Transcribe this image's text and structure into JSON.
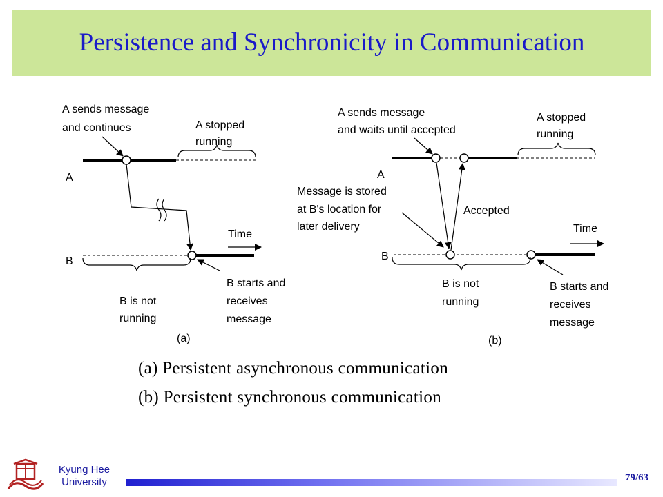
{
  "slide": {
    "title": "Persistence and Synchronicity in Communication",
    "captions": [
      "(a) Persistent asynchronous communication",
      "(b) Persistent synchronous communication"
    ],
    "university_line1": "Kyung Hee",
    "university_line2": "University",
    "page_number": "79/63"
  },
  "diagram_a": {
    "send_label_1": "A sends message",
    "send_label_2": "and continues",
    "stopped_1": "A stopped",
    "stopped_2": "running",
    "label_a": "A",
    "label_b": "B",
    "time": "Time",
    "b_starts_1": "B starts and",
    "b_starts_2": "receives",
    "b_starts_3": "message",
    "b_not_1": "B is not",
    "b_not_2": "running",
    "tag": "(a)"
  },
  "diagram_b": {
    "send_label_1": "A sends message",
    "send_label_2": "and waits until accepted",
    "stopped_1": "A stopped",
    "stopped_2": "running",
    "label_a": "A",
    "label_b": "B",
    "stored_1": "Message is stored",
    "stored_2": "at B's location for",
    "stored_3": "later delivery",
    "accepted": "Accepted",
    "time": "Time",
    "b_starts_1": "B starts and",
    "b_starts_2": "receives",
    "b_starts_3": "message",
    "b_not_1": "B is not",
    "b_not_2": "running",
    "tag": "(b)"
  },
  "colors": {
    "title_band": "#cce699",
    "title_text": "#1a1ac8",
    "footer_text": "#1a1aa0",
    "logo": "#b22222"
  }
}
